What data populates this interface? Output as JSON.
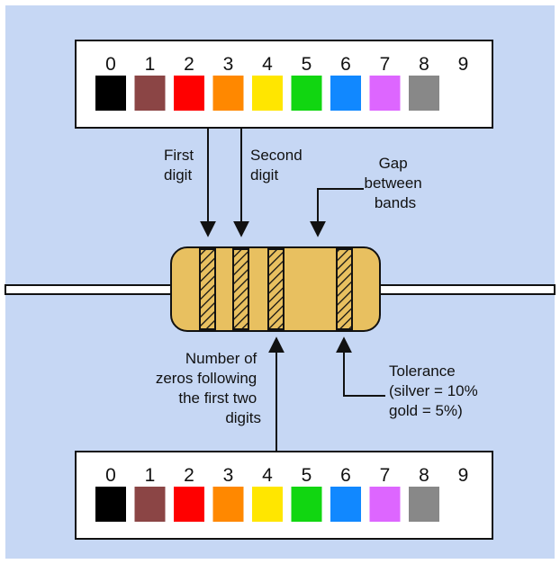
{
  "legend_top": {
    "digits": [
      "0",
      "1",
      "2",
      "3",
      "4",
      "5",
      "6",
      "7",
      "8",
      "9"
    ],
    "colors": [
      "#000000",
      "#8b4545",
      "#ff0000",
      "#ff8800",
      "#ffe600",
      "#11d611",
      "#1188ff",
      "#dd66ff",
      "#888888",
      "#ffffff"
    ]
  },
  "legend_bottom": {
    "digits": [
      "0",
      "1",
      "2",
      "3",
      "4",
      "5",
      "6",
      "7",
      "8",
      "9"
    ],
    "colors": [
      "#000000",
      "#8b4545",
      "#ff0000",
      "#ff8800",
      "#ffe600",
      "#11d611",
      "#1188ff",
      "#dd66ff",
      "#888888",
      "#ffffff"
    ]
  },
  "labels": {
    "first_digit": [
      "First",
      "digit"
    ],
    "second_digit": [
      "Second",
      "digit"
    ],
    "gap": [
      "Gap",
      "between",
      "bands"
    ],
    "zeros": [
      "Number of",
      "zeros following",
      "the first two",
      "digits"
    ],
    "tolerance": [
      "Tolerance",
      "(silver = 10%",
      "gold = 5%)"
    ]
  },
  "colors": {
    "background": "#c6d7f4",
    "resistor_body": "#e8c060",
    "outline": "#111111"
  }
}
